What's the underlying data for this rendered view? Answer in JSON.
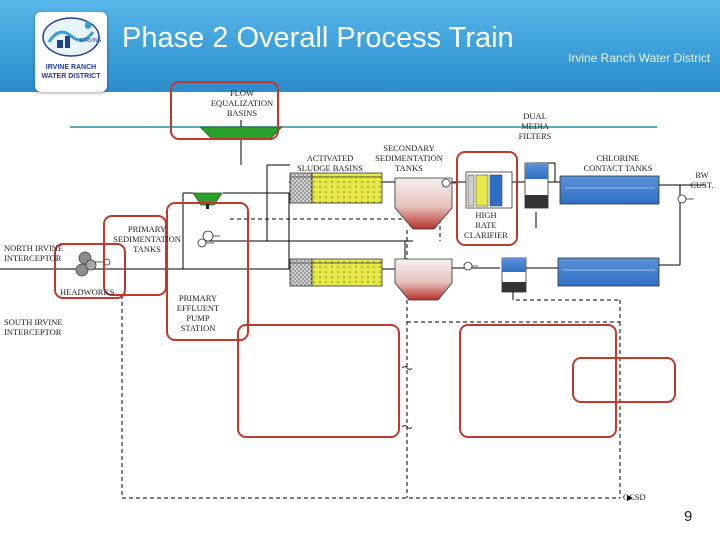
{
  "header": {
    "title": "Phase 2 Overall Process Train",
    "organization": "Irvine Ranch Water District",
    "logo_top": "SERVING",
    "logo_line1": "IRVINE RANCH",
    "logo_line2": "WATER DISTRICT"
  },
  "labels": {
    "flow_equalization": [
      "FLOW",
      "EQUALIZATION",
      "BASINS"
    ],
    "dual_media": [
      "DUAL",
      "MEDIA",
      "FILTERS"
    ],
    "secondary_sed": [
      "SECONDARY",
      "SEDIMENTATION",
      "TANKS"
    ],
    "activated_sludge": [
      "ACTIVATED",
      "SLUDGE BASINS"
    ],
    "chlorine_contact": [
      "CHLORINE",
      "CONTACT TANKS"
    ],
    "rw_cust": [
      "RW",
      "CUST."
    ],
    "high_rate": [
      "HIGH",
      "RATE",
      "CLARIFIER"
    ],
    "primary_sed": [
      "PRIMARY",
      "SEDIMENTATION",
      "TANKS"
    ],
    "north_irvine": [
      "NORTH IRVINE",
      "INTERCEPTOR"
    ],
    "headworks": "HEADWORKS",
    "primary_effluent": [
      "PRIMARY",
      "EFFLUENT",
      "PUMP",
      "STATION"
    ],
    "south_irvine": [
      "SOUTH IRVINE",
      "INTERCEPTOR"
    ],
    "ocsd": "OCSD"
  },
  "page_number": "9",
  "colors": {
    "highlight": "#c0392b",
    "tank_blue": "#2f6fc4",
    "basin_yellow": "#e6e84a",
    "clarifier_red": "#c0392b",
    "weir_green": "#2ca02c",
    "line_teal": "#2a8aa6"
  },
  "icons": [
    "water-drop-logo-icon",
    "grinder-icon",
    "pump-icon",
    "valve-icon",
    "break-symbol-icon"
  ]
}
